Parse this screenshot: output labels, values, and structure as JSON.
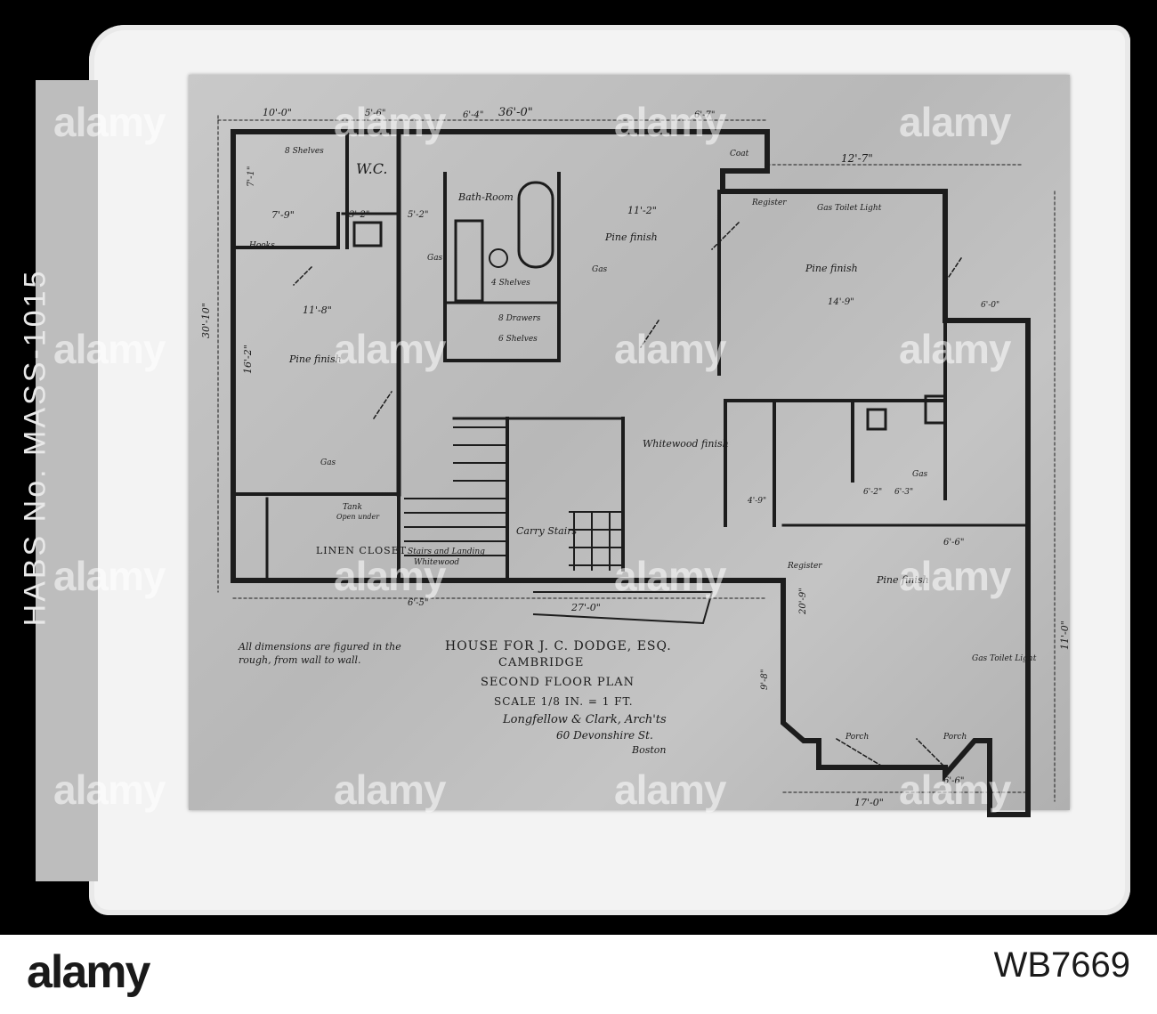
{
  "side_label": "HABS No. MASS-1015",
  "watermark": "alamy",
  "footer": {
    "logo_text": "alamy",
    "image_id": "WB7669"
  },
  "drawing": {
    "title_line1": "HOUSE FOR J. C. DODGE, ESQ.",
    "title_line2": "CAMBRIDGE",
    "title_line3": "SECOND FLOOR PLAN",
    "title_line4": "SCALE 1/8 IN. = 1 FT.",
    "architects": "Longfellow & Clark, Arch'ts",
    "address_line1": "60 Devonshire St.",
    "address_line2": "Boston",
    "note_line1": "All dimensions are figured in the",
    "note_line2": "rough, from wall to wall.",
    "rooms": {
      "wc": "W.C.",
      "bath": "Bath-Room",
      "linen": "LINEN CLOSET",
      "carry": "Carry Stairs",
      "stairs": "Stairs and Landing",
      "whitewood": "Whitewood",
      "whitewood_finish": "Whitewood finish",
      "pine_finish": "Pine finish",
      "shelves8": "8 Shelves",
      "shelves6": "6 Shelves",
      "shelves4": "4 Shelves",
      "drawers": "8 Drawers",
      "tank": "Tank",
      "open_under": "Open under",
      "register": "Register",
      "gas": "Gas",
      "gas_toilet": "Gas Toilet Light",
      "coat": "Coat",
      "hooks": "Hooks",
      "porch": "Porch"
    },
    "dims": {
      "overall_top": "36'-0\"",
      "d10": "10'-0\"",
      "d5_6": "5'-6\"",
      "d6_4": "6'-4\"",
      "d6_7": "6'-7\"",
      "d12_7": "12'-7\"",
      "d11_2": "11'-2\"",
      "d30_10": "30'-10\"",
      "d11_8": "11'-8\"",
      "d16_2": "16'-2\"",
      "d7_9": "7'-9\"",
      "d7_1": "7'-1\"",
      "d3_2": "3'-2\"",
      "d5_2": "5'-2\"",
      "d27_0": "27'-0\"",
      "d6_5": "6'-5\"",
      "d17_0": "17'-0\"",
      "d6_6": "6'-6\"",
      "d11_0": "11'-0\"",
      "d20_9": "20'-9\"",
      "d9_8": "9'-8\"",
      "d6_2": "6'-2\"",
      "d6_3": "6'-3\"",
      "d4_9": "4'-9\"",
      "d14_9": "14'-9\"",
      "d6_0": "6'-0\""
    }
  }
}
